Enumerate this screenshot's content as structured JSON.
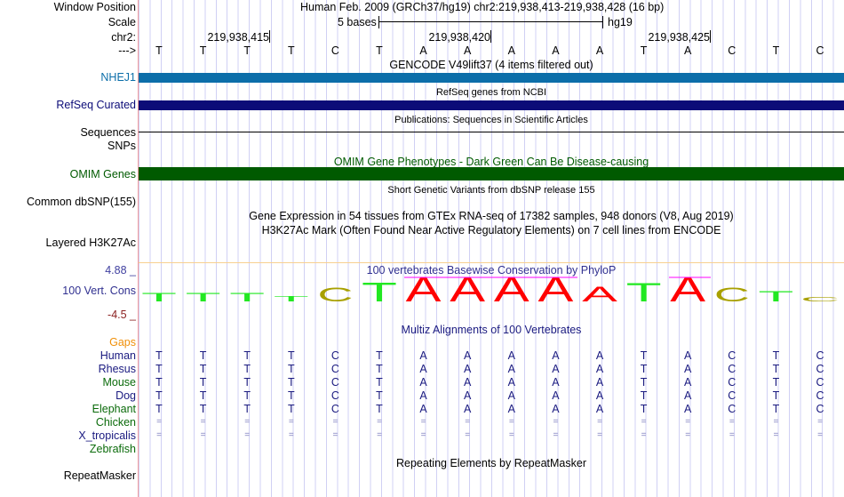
{
  "header": {
    "window_position_label": "Window Position",
    "assembly_text": "Human Feb. 2009 (GRCh37/hg19)   chr2:219,938,413-219,938,428 (16 bp)",
    "scale_label": "Scale",
    "scale_text": "5 bases",
    "scale_db": "hg19",
    "chrom_label": "chr2:",
    "positions": [
      "219,938,415",
      "219,938,420",
      "219,938,425"
    ],
    "strand_label": "--->"
  },
  "sequence": [
    "T",
    "T",
    "T",
    "T",
    "C",
    "T",
    "A",
    "A",
    "A",
    "A",
    "A",
    "T",
    "A",
    "C",
    "T",
    "C"
  ],
  "tracks": {
    "gencode_title": "GENCODE V49lift37 (4 items filtered out)",
    "gencode_label": "NHEJ1",
    "refseq_title": "RefSeq genes from NCBI",
    "refseq_label": "RefSeq Curated",
    "pubs_title": "Publications: Sequences in Scientific Articles",
    "sequences_label": "Sequences",
    "snps_label": "SNPs",
    "omim_title": "OMIM Gene Phenotypes - Dark Green Can Be Disease-causing",
    "omim_label": "OMIM Genes",
    "dbsnp_title": "Short Genetic Variants from dbSNP release 155",
    "dbsnp_label": "Common dbSNP(155)",
    "gtex_title": "Gene Expression in 54 tissues from GTEx RNA-seq of 17382 samples, 948 donors (V8, Aug 2019)",
    "h3k_title": "H3K27Ac Mark (Often Found Near Active Regulatory Elements) on 7 cell lines from ENCODE",
    "h3k_label": "Layered H3K27Ac",
    "phylop_title": "100 vertebrates Basewise Conservation by PhyloP",
    "phylop_label": "100 Vert. Cons",
    "phylop_max": "4.88 _",
    "phylop_min": "-4.5 _",
    "phylop_scores": [
      1.4,
      1.4,
      1.4,
      0.8,
      2.2,
      3.0,
      3.9,
      3.9,
      3.9,
      3.9,
      2.4,
      2.9,
      3.9,
      2.2,
      1.6,
      0.7
    ],
    "multiz_title": "Multiz Alignments of 100 Vertebrates",
    "gaps_label": "Gaps",
    "species": [
      {
        "name": "Human",
        "color": "#1a1a80",
        "bases": [
          "T",
          "T",
          "T",
          "T",
          "C",
          "T",
          "A",
          "A",
          "A",
          "A",
          "A",
          "T",
          "A",
          "C",
          "T",
          "C"
        ]
      },
      {
        "name": "Rhesus",
        "color": "#1a1a80",
        "bases": [
          "T",
          "T",
          "T",
          "T",
          "C",
          "T",
          "A",
          "A",
          "A",
          "A",
          "A",
          "T",
          "A",
          "C",
          "T",
          "C"
        ]
      },
      {
        "name": "Mouse",
        "color": "#0b6b0b",
        "bases": [
          "T",
          "T",
          "T",
          "T",
          "C",
          "T",
          "A",
          "A",
          "A",
          "A",
          "A",
          "T",
          "A",
          "C",
          "T",
          "C"
        ]
      },
      {
        "name": "Dog",
        "color": "#1a1a80",
        "bases": [
          "T",
          "T",
          "T",
          "T",
          "C",
          "T",
          "A",
          "A",
          "A",
          "A",
          "A",
          "T",
          "A",
          "C",
          "T",
          "C"
        ]
      },
      {
        "name": "Elephant",
        "color": "#0b6b0b",
        "bases": [
          "T",
          "T",
          "T",
          "T",
          "C",
          "T",
          "A",
          "A",
          "A",
          "A",
          "A",
          "T",
          "A",
          "C",
          "T",
          "C"
        ]
      },
      {
        "name": "Chicken",
        "color": "#0b6b0b",
        "bases": [
          "=",
          "=",
          "=",
          "=",
          "=",
          "=",
          "=",
          "=",
          "=",
          "=",
          "=",
          "=",
          "=",
          "=",
          "=",
          "="
        ]
      },
      {
        "name": "X_tropicalis",
        "color": "#1a1a80",
        "bases": [
          "=",
          "=",
          "=",
          "=",
          "=",
          "=",
          "=",
          "=",
          "=",
          "=",
          "=",
          "=",
          "=",
          "=",
          "=",
          "="
        ]
      },
      {
        "name": "Zebrafish",
        "color": "#0b6b0b",
        "bases": []
      }
    ],
    "rmsk_title": "Repeating Elements by RepeatMasker",
    "rmsk_label": "RepeatMasker"
  },
  "colors": {
    "gencode": "#0c6ea9",
    "refseq": "#0c0c78",
    "omim": "#005a00",
    "A": "#ff0000",
    "C": "#a8a000",
    "T": "#22e822"
  }
}
